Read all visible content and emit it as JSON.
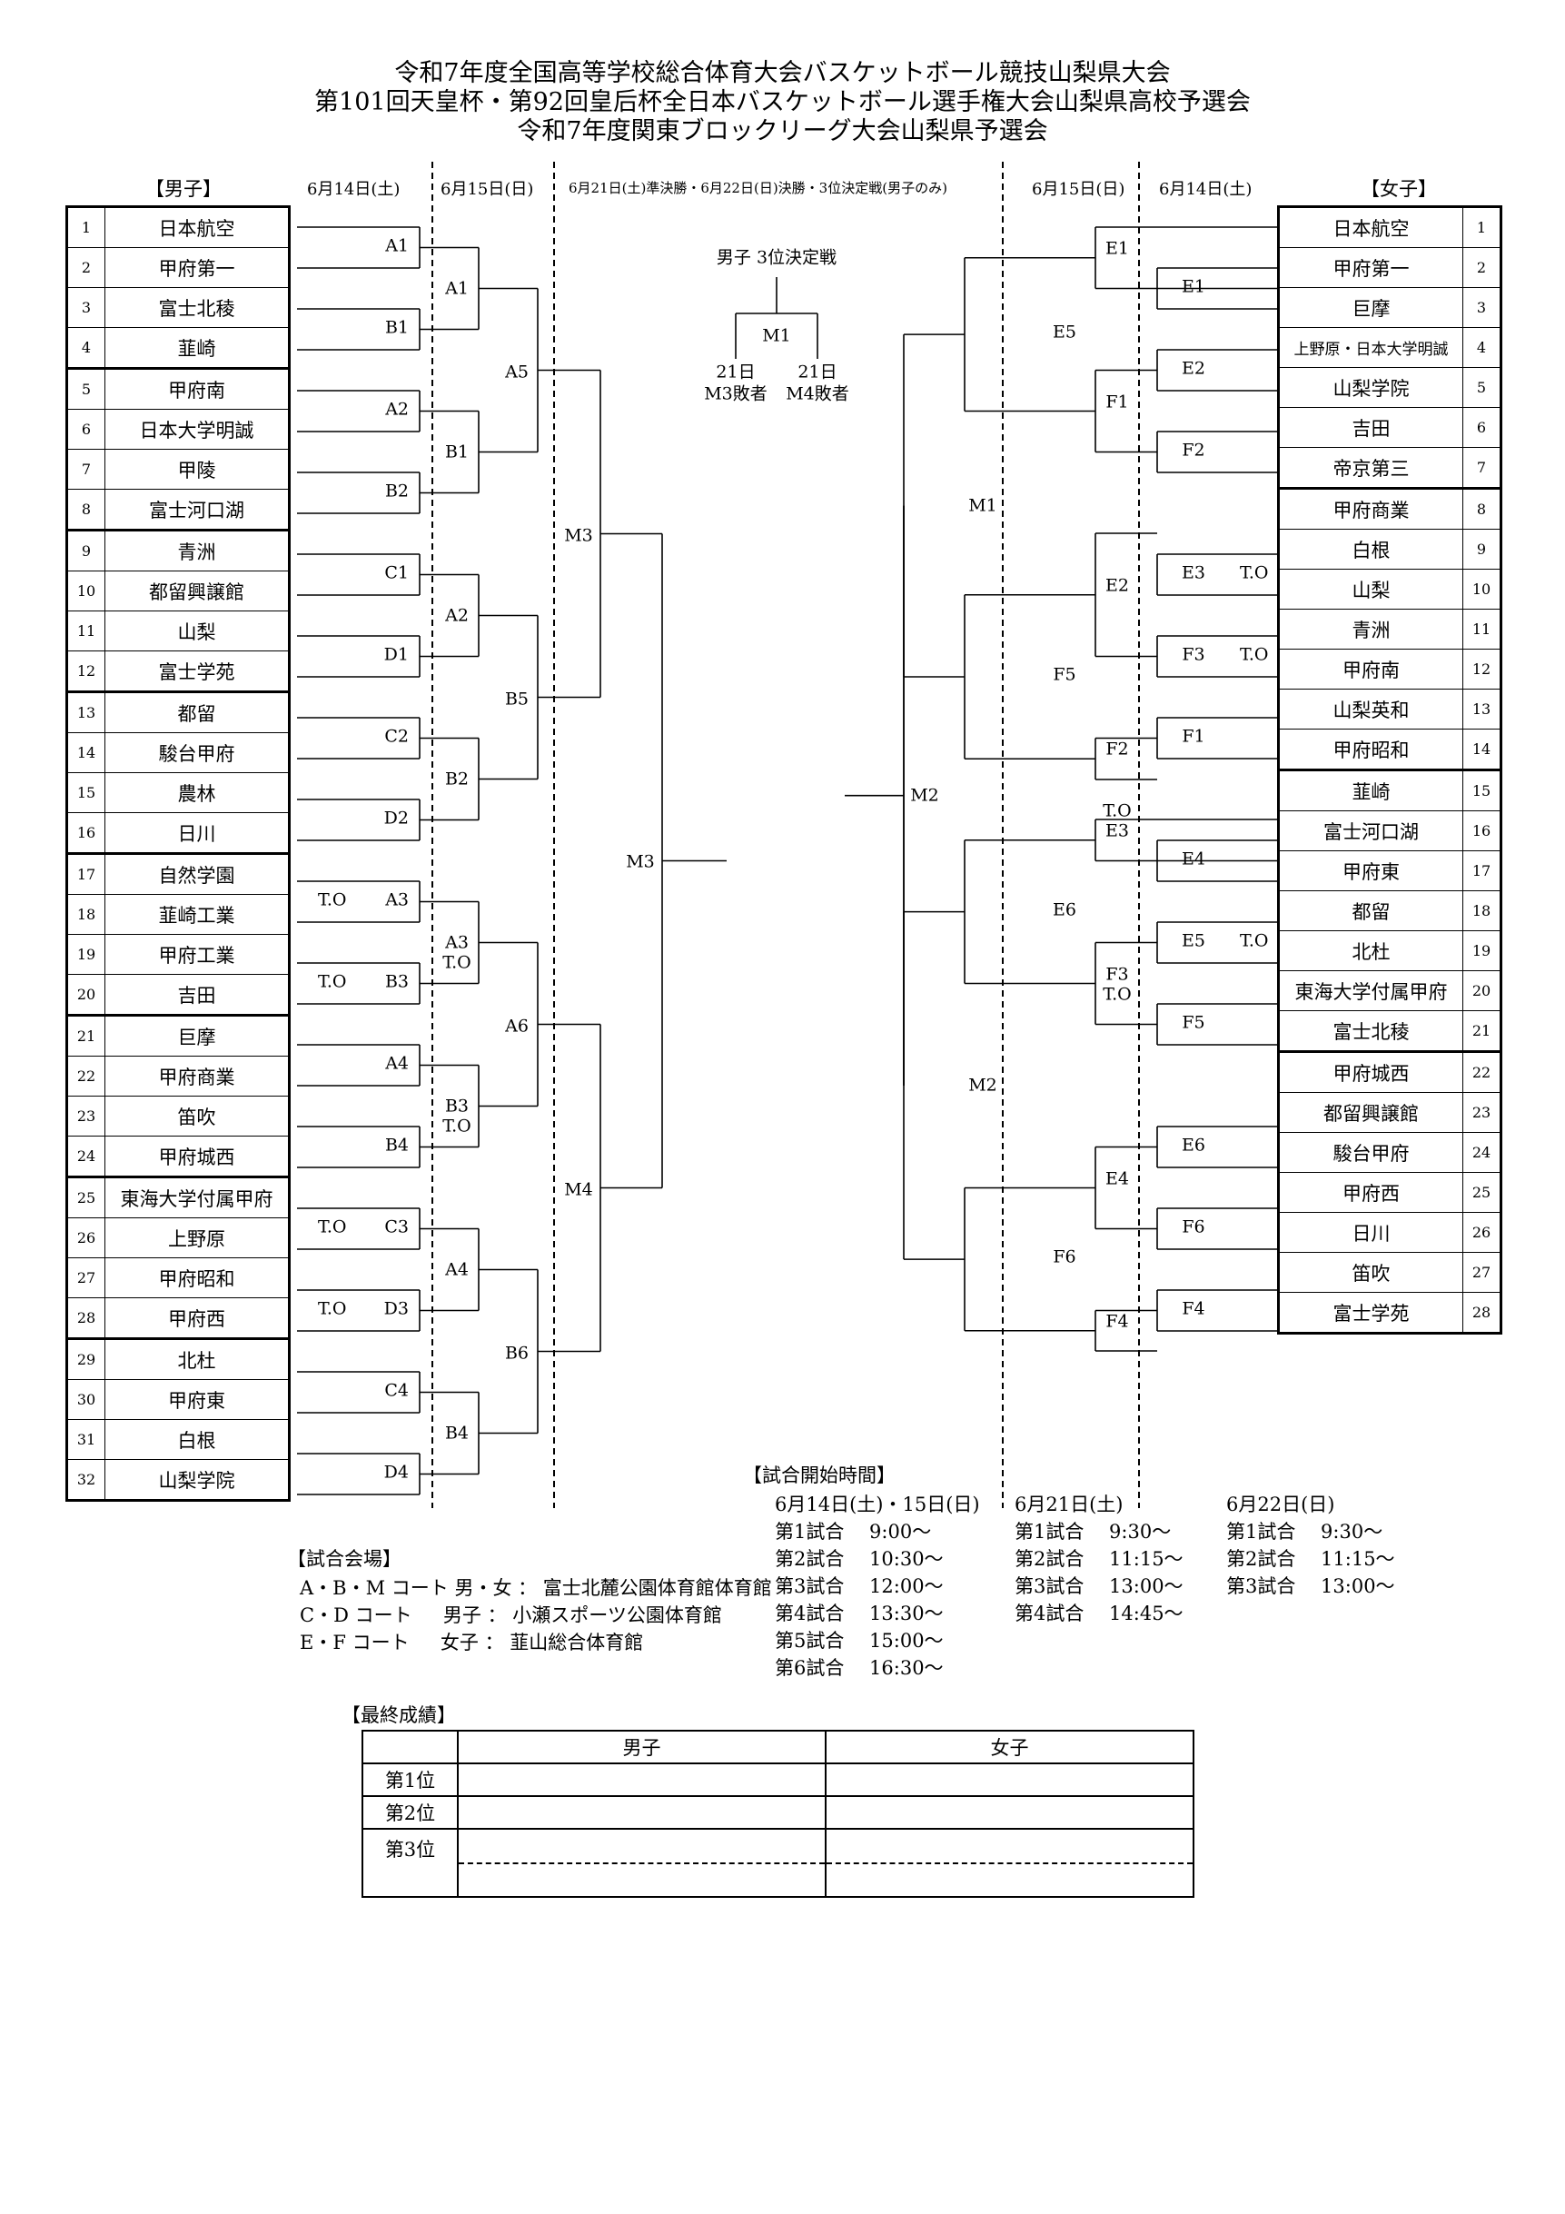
{
  "titles": [
    "令和7年度全国高等学校総合体育大会バスケットボール競技山梨県大会",
    "第101回天皇杯・第92回皇后杯全日本バスケットボール選手権大会山梨県高校予選会",
    "令和7年度関東ブロックリーグ大会山梨県予選会"
  ],
  "headers": {
    "boys": "【男子】",
    "girls": "【女子】",
    "d614_left": "6月14日(土)",
    "d615_left": "6月15日(日)",
    "center": "6月21日(土)準決勝・6月22日(日)決勝・3位決定戦(男子のみ)",
    "d615_right": "6月15日(日)",
    "d614_right": "6月14日(土)"
  },
  "boys": [
    {
      "no": "1",
      "name": "日本航空"
    },
    {
      "no": "2",
      "name": "甲府第一"
    },
    {
      "no": "3",
      "name": "富士北稜"
    },
    {
      "no": "4",
      "name": "韮崎"
    },
    {
      "no": "5",
      "name": "甲府南"
    },
    {
      "no": "6",
      "name": "日本大学明誠"
    },
    {
      "no": "7",
      "name": "甲陵"
    },
    {
      "no": "8",
      "name": "富士河口湖"
    },
    {
      "no": "9",
      "name": "青洲"
    },
    {
      "no": "10",
      "name": "都留興譲館"
    },
    {
      "no": "11",
      "name": "山梨"
    },
    {
      "no": "12",
      "name": "富士学苑"
    },
    {
      "no": "13",
      "name": "都留"
    },
    {
      "no": "14",
      "name": "駿台甲府"
    },
    {
      "no": "15",
      "name": "農林"
    },
    {
      "no": "16",
      "name": "日川"
    },
    {
      "no": "17",
      "name": "自然学園"
    },
    {
      "no": "18",
      "name": "韮崎工業"
    },
    {
      "no": "19",
      "name": "甲府工業"
    },
    {
      "no": "20",
      "name": "吉田"
    },
    {
      "no": "21",
      "name": "巨摩"
    },
    {
      "no": "22",
      "name": "甲府商業"
    },
    {
      "no": "23",
      "name": "笛吹"
    },
    {
      "no": "24",
      "name": "甲府城西"
    },
    {
      "no": "25",
      "name": "東海大学付属甲府"
    },
    {
      "no": "26",
      "name": "上野原"
    },
    {
      "no": "27",
      "name": "甲府昭和"
    },
    {
      "no": "28",
      "name": "甲府西"
    },
    {
      "no": "29",
      "name": "北杜"
    },
    {
      "no": "30",
      "name": "甲府東"
    },
    {
      "no": "31",
      "name": "白根"
    },
    {
      "no": "32",
      "name": "山梨学院"
    }
  ],
  "girls": [
    {
      "no": "1",
      "name": "日本航空"
    },
    {
      "no": "2",
      "name": "甲府第一"
    },
    {
      "no": "3",
      "name": "巨摩"
    },
    {
      "no": "4",
      "name": "上野原・日本大学明誠"
    },
    {
      "no": "5",
      "name": "山梨学院"
    },
    {
      "no": "6",
      "name": "吉田"
    },
    {
      "no": "7",
      "name": "帝京第三"
    },
    {
      "no": "8",
      "name": "甲府商業"
    },
    {
      "no": "9",
      "name": "白根"
    },
    {
      "no": "10",
      "name": "山梨"
    },
    {
      "no": "11",
      "name": "青洲"
    },
    {
      "no": "12",
      "name": "甲府南"
    },
    {
      "no": "13",
      "name": "山梨英和"
    },
    {
      "no": "14",
      "name": "甲府昭和"
    },
    {
      "no": "15",
      "name": "韮崎"
    },
    {
      "no": "16",
      "name": "富士河口湖"
    },
    {
      "no": "17",
      "name": "甲府東"
    },
    {
      "no": "18",
      "name": "都留"
    },
    {
      "no": "19",
      "name": "北杜"
    },
    {
      "no": "20",
      "name": "東海大学付属甲府"
    },
    {
      "no": "21",
      "name": "富士北稜"
    },
    {
      "no": "22",
      "name": "甲府城西"
    },
    {
      "no": "23",
      "name": "都留興譲館"
    },
    {
      "no": "24",
      "name": "駿台甲府"
    },
    {
      "no": "25",
      "name": "甲府西"
    },
    {
      "no": "26",
      "name": "日川"
    },
    {
      "no": "27",
      "name": "笛吹"
    },
    {
      "no": "28",
      "name": "富士学苑"
    }
  ],
  "boys_r1": [
    "A1",
    "B1",
    "A2",
    "B2",
    "C1",
    "D1",
    "C2",
    "D2",
    "A3",
    "B3",
    "A4",
    "B4",
    "C3",
    "D3",
    "C4",
    "D4"
  ],
  "boys_r2": [
    "A1",
    "B1",
    "A2",
    "B2",
    "A3",
    "B3",
    "A4",
    "B4"
  ],
  "boys_r3": [
    "A5",
    "B5",
    "A6",
    "B6"
  ],
  "boys_r4": [
    "M3",
    "M4"
  ],
  "boys_final": "M3",
  "girls_r1": [
    "E1",
    "E2",
    "F2",
    "E3",
    "F3",
    "F1",
    "E4",
    "E5",
    "F5",
    "E6",
    "F6",
    "F4"
  ],
  "girls_r2": [
    "E1",
    "F1",
    "E2",
    "F2",
    "E3",
    "F3",
    "E4",
    "F4"
  ],
  "girls_r3": [
    "E5",
    "F5",
    "E6",
    "F6"
  ],
  "girls_r4": [
    "M1",
    "M2"
  ],
  "girls_final": "M2",
  "to_mark": "T.O",
  "third_place": {
    "title": "男子 3位決定戦",
    "match": "M1",
    "left": [
      "21日",
      "M3敗者"
    ],
    "right": [
      "21日",
      "M4敗者"
    ]
  },
  "schedule": {
    "title": "【試合開始時間】",
    "cols": [
      {
        "head": "6月14日(土)・15日(日)",
        "rows": [
          "第1試合 　9:00〜",
          "第2試合 　10:30〜",
          "第3試合 　12:00〜",
          "第4試合 　13:30〜",
          "第5試合 　15:00〜",
          "第6試合 　16:30〜"
        ]
      },
      {
        "head": "6月21日(土)",
        "rows": [
          "第1試合 　9:30〜",
          "第2試合 　11:15〜",
          "第3試合 　13:00〜",
          "第4試合 　14:45〜"
        ]
      },
      {
        "head": "6月22日(日)",
        "rows": [
          "第1試合 　9:30〜",
          "第2試合 　11:15〜",
          "第3試合 　13:00〜"
        ]
      }
    ]
  },
  "venue": {
    "title": "【試合会場】",
    "rows": [
      "A・B・M コート 男・女 ： 富士北麓公園体育館体育館",
      "C・D コート 　 男子 ： 小瀬スポーツ公園体育館",
      "E・F コート 　 女子 ： 韮山総合体育館"
    ]
  },
  "results": {
    "title": "【最終成績】",
    "cols": [
      "男子",
      "女子"
    ],
    "rows": [
      "第1位",
      "第2位",
      "第3位"
    ]
  }
}
